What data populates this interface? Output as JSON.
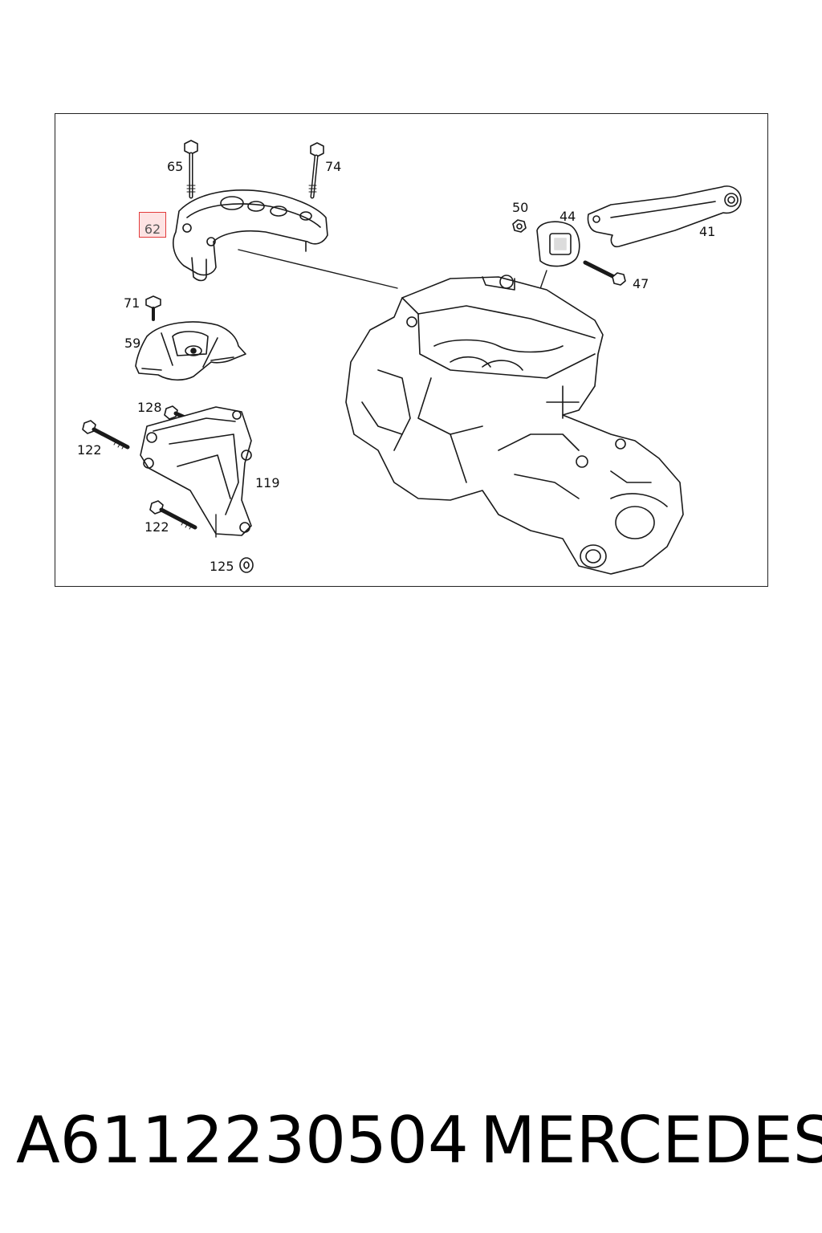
{
  "diagram": {
    "callouts": [
      {
        "id": "62",
        "label": "62",
        "highlighted": true
      },
      {
        "id": "65",
        "label": "65"
      },
      {
        "id": "74",
        "label": "74"
      },
      {
        "id": "71",
        "label": "71"
      },
      {
        "id": "59",
        "label": "59"
      },
      {
        "id": "128",
        "label": "128"
      },
      {
        "id": "122a",
        "label": "122"
      },
      {
        "id": "119",
        "label": "119"
      },
      {
        "id": "122b",
        "label": "122"
      },
      {
        "id": "125",
        "label": "125"
      },
      {
        "id": "50",
        "label": "50"
      },
      {
        "id": "44",
        "label": "44"
      },
      {
        "id": "41",
        "label": "41"
      },
      {
        "id": "47",
        "label": "47"
      }
    ],
    "highlight_color": "#e23b3b"
  },
  "footer": {
    "part_number": "A6112230504",
    "brand": "MERCEDES"
  }
}
